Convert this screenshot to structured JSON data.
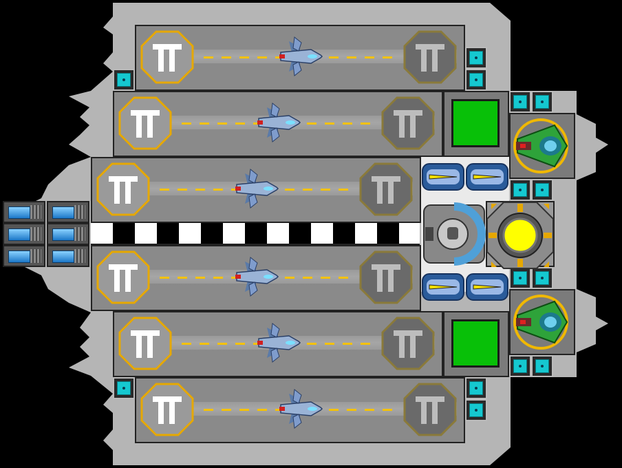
{
  "scene": {
    "name": "carrier-ship-top-view",
    "background": "#000000",
    "hull_color": "#b5b5b5",
    "bay_color": "#8a8a8a",
    "pad_ring_color": "#e6a800",
    "runway_dash_color": "#f5c200",
    "screen_color": "#08c008",
    "core_color": "#ffff00"
  },
  "bays": [
    {
      "name": "hangar-bay-1",
      "pad_left": "active",
      "pad_right": "inactive"
    },
    {
      "name": "hangar-bay-2",
      "pad_left": "active",
      "pad_right": "inactive"
    },
    {
      "name": "hangar-bay-3",
      "pad_left": "active",
      "pad_right": "inactive"
    },
    {
      "name": "hangar-bay-4",
      "pad_left": "active",
      "pad_right": "inactive"
    },
    {
      "name": "hangar-bay-5",
      "pad_left": "active",
      "pad_right": "inactive"
    },
    {
      "name": "hangar-bay-6",
      "pad_left": "active",
      "pad_right": "inactive"
    }
  ],
  "icons": {
    "pad": "landing-pad-icon",
    "fighter": "fighter-ship-icon",
    "turret": "green-turret-icon",
    "core": "reactor-core-icon",
    "cell": "power-cell-icon",
    "battery": "battery-icon",
    "capacitor": "capacitor-icon",
    "monitor": "green-monitor-icon",
    "generator": "shield-generator-icon"
  }
}
